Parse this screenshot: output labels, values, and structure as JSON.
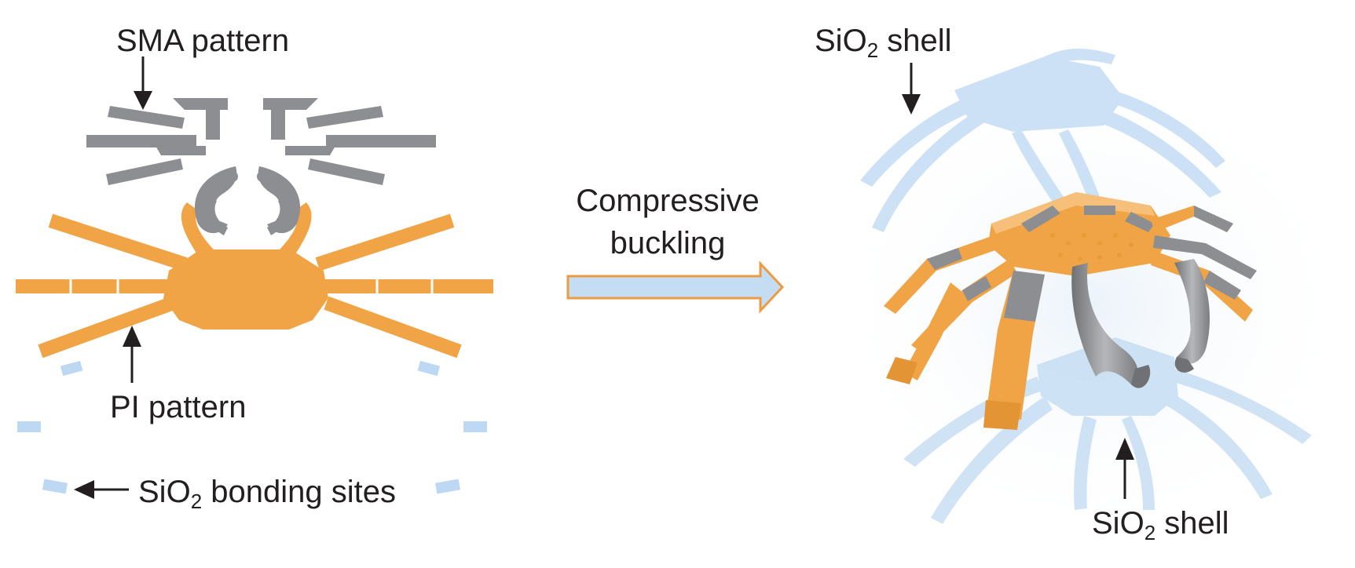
{
  "labels": {
    "sma_pattern": "SMA pattern",
    "pi_pattern": "PI pattern",
    "bonding_prefix": "SiO",
    "bonding_sub": "2",
    "bonding_suffix": " bonding sites",
    "shell_top_prefix": "SiO",
    "shell_top_sub": "2",
    "shell_top_suffix": " shell",
    "shell_bottom_prefix": "SiO",
    "shell_bottom_sub": "2",
    "shell_bottom_suffix": " shell",
    "process_line1": "Compressive",
    "process_line2": "buckling"
  },
  "colors": {
    "sma": "#8c8e91",
    "pi": "#f0a445",
    "sio2": "#bcd8f2",
    "arrow_fill": "#c4ddf3",
    "arrow_stroke": "#ed9b43",
    "text": "#231f20"
  }
}
